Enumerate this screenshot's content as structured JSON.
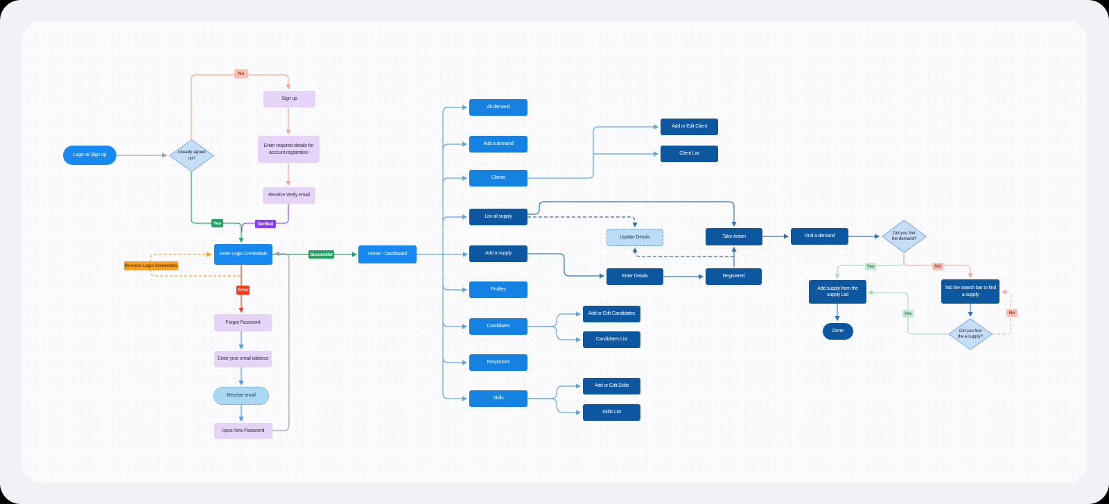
{
  "nodes": {
    "login_start": "Login or Sign up",
    "already_signed_up": "Already signed up?",
    "sign_up": "Sign up",
    "enter_required_details": "Enter required details for account registration",
    "receive_verify_email": "Receive Verify email",
    "enter_login_credentials": "Enter Login Credentials",
    "forgot_password": "Forgot Password",
    "enter_email_address": "Enter your email address",
    "receive_email": "Receive email",
    "input_new_password": "Input New Password",
    "home_dashboard": "Home - Dashboard",
    "all_demand": "All demand",
    "add_a_demand": "Add a demand",
    "clients": "Clients",
    "list_all_supply": "List all supply",
    "add_a_supply": "Add a supply",
    "profiles": "Profiles",
    "candidates": "Candidates",
    "responses": "Responses",
    "skills": "Skills",
    "add_or_edit_client": "Add or Edit Client",
    "client_list": "Client List",
    "add_or_edit_candidates": "Add or Edit Candidates",
    "candidates_list": "Candidates List",
    "add_or_edit_skills": "Add or Edit Skills",
    "skills_list": "Skills List",
    "update_details": "Update Details",
    "enter_details": "Enter Details",
    "registered": "Registered",
    "take_action": "Take Action",
    "find_a_demand": "Find a demand",
    "did_find_demand": "Did you find the demand?",
    "add_supply_from_list": "Add supply from the supply List",
    "tab_search_bar": "Tab the search bar to find a supply",
    "did_find_supply": "Did you find the a supply?",
    "done": "Done"
  },
  "labels": {
    "no_top": "No",
    "yes_login": "Yes",
    "verified": "Verified",
    "successful": "Successful",
    "reenter": "Re-enter Login Credentials",
    "error": "Error",
    "yes_demand": "Yes",
    "no_demand": "NO",
    "yes_supply": "Yes",
    "no_supply": "No"
  },
  "colors": {
    "bright_blue": "#1889f0",
    "medium_blue": "#1581e0",
    "navy": "#0d56a0",
    "lavender": "#e6d4f8",
    "diamond_fill": "#c6def5",
    "diamond_border": "#74a9e0",
    "green": "#1ea55f",
    "purple": "#8b3dff",
    "orange": "#f8a01d",
    "red": "#f03e20",
    "salmon": "#f8c0b2",
    "light_green": "#c2e9cf"
  }
}
